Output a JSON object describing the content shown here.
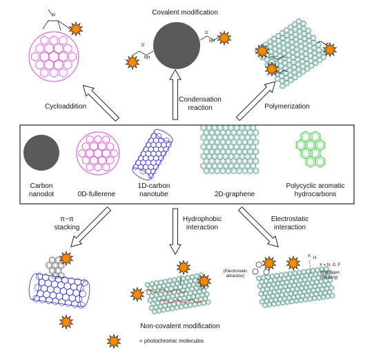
{
  "top": {
    "cycloaddition": "Cycloaddition",
    "covalent_title": "Covalent modification",
    "condensation_1": "Condensation",
    "condensation_2": "reaction",
    "polymerization": "Polymerization",
    "nh_top": "NH",
    "nh_bottom": "NH",
    "o_top": "O",
    "o_bottom": "O",
    "n_label": "N"
  },
  "materials": [
    {
      "line1": "Carbon",
      "line2": "nanodot"
    },
    {
      "line1": "0D-fullerene",
      "line2": ""
    },
    {
      "line1": "1D-carbon",
      "line2": "nanotube"
    },
    {
      "line1": "2D-graphene",
      "line2": ""
    },
    {
      "line1": "Polycyclic aromatic",
      "line2": "hydrocarbons"
    }
  ],
  "bottom": {
    "pi_1": "π−π",
    "pi_2": "stacking",
    "hydrophobic_1": "Hydrophobic",
    "hydrophobic_2": "interaction",
    "electrostatic_1": "Electrostatic",
    "electrostatic_2": "interaction",
    "noncovalent_title": "Non-covalent modification",
    "electro_attr_1": "(Electrostatic",
    "electro_attr_2": "attraction)",
    "xnof": "X = N, O, F",
    "hbond_1": "(Hydrogen",
    "hbond_2": "bonding)",
    "x_atom": "X",
    "h_atom": "H"
  },
  "legend": {
    "text": "= photochromic molecules"
  },
  "colors": {
    "fullerene": "#e040e0",
    "nanotube": "#2a2ad8",
    "graphene": "#3a8878",
    "pah": "#22cc22",
    "dot": "#5a5a5a",
    "star": "#f58a00"
  }
}
